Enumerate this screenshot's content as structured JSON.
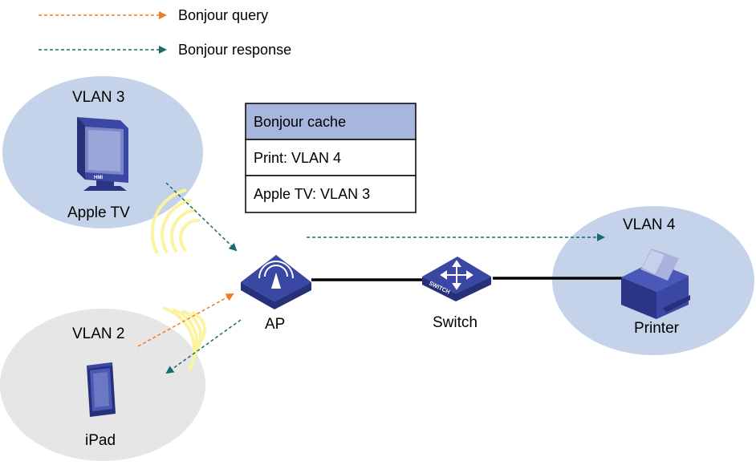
{
  "legend": {
    "query_label": "Bonjour query",
    "response_label": "Bonjour response"
  },
  "colors": {
    "query": "#f07c23",
    "response": "#1a6b6b",
    "vlan_blue": "#c5d3ea",
    "vlan_gray": "#e6e6e6",
    "cache_header": "#a6b6dc",
    "device": "#3b48a3",
    "wifi": "#fbf3a0"
  },
  "cache": {
    "header": "Bonjour cache",
    "rows": [
      "Print: VLAN 4",
      "Apple TV: VLAN 3"
    ]
  },
  "vlans": {
    "vlan3": {
      "label": "VLAN 3",
      "device_label": "Apple TV"
    },
    "vlan2": {
      "label": "VLAN 2",
      "device_label": "iPad"
    },
    "vlan4": {
      "label": "VLAN 4",
      "device_label": "Printer"
    }
  },
  "devices": {
    "ap_label": "AP",
    "switch_label": "Switch",
    "switch_badge": "SWITCH",
    "tv_badge": "HMI"
  }
}
